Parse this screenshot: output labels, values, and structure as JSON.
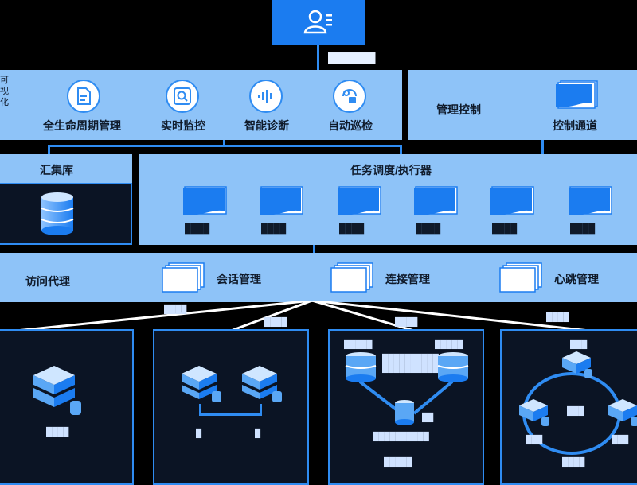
{
  "top": {
    "user_label": "███████"
  },
  "main_panel": {
    "left_edge_text": "可\n视\n化",
    "items": [
      {
        "label": "全生命周期管理",
        "icon": "document-icon"
      },
      {
        "label": "实时监控",
        "icon": "search-icon"
      },
      {
        "label": "智能诊断",
        "icon": "audio-wave-icon"
      },
      {
        "label": "自动巡检",
        "icon": "patrol-icon"
      }
    ]
  },
  "control_panel": {
    "management_label": "管理控制",
    "channel_label": "控制通道"
  },
  "aggregation": {
    "title": "汇集库"
  },
  "scheduler": {
    "title": "任务调度/执行器",
    "items": [
      "████",
      "████",
      "████",
      "████",
      "████",
      "████"
    ]
  },
  "proxy": {
    "title": "访问代理",
    "items": [
      "会话管理",
      "连接管理",
      "心跳管理"
    ]
  },
  "links": [
    "████",
    "████",
    "████",
    "████"
  ],
  "clusters": [
    {
      "labels": [
        "████"
      ]
    },
    {
      "labels": [
        "█",
        "█"
      ]
    },
    {
      "labels": [
        "█████",
        "█████",
        "██████████",
        "██████████",
        "██",
        "██████████",
        "█████"
      ]
    },
    {
      "labels": [
        "███",
        "███",
        "███",
        "███",
        "████"
      ]
    }
  ],
  "colors": {
    "accent": "#2f8cf2",
    "panel": "#8ec3f8",
    "background": "#000000"
  }
}
